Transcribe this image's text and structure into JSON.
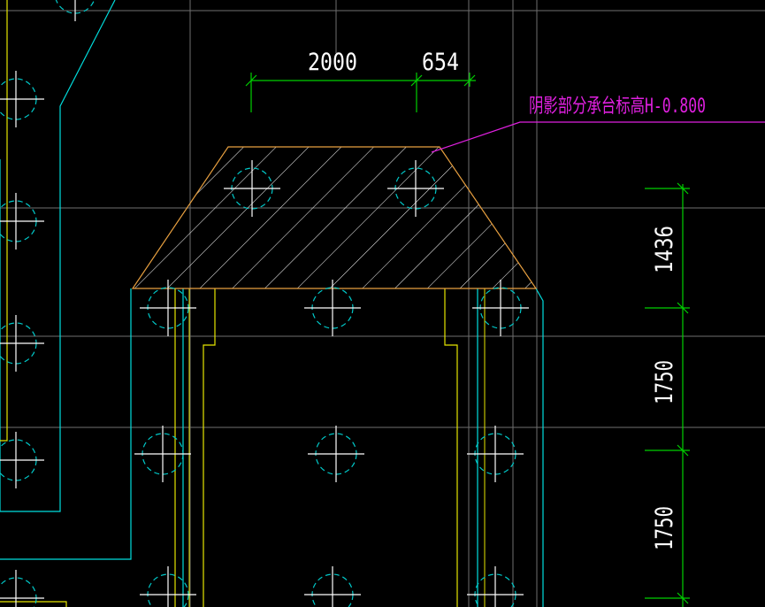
{
  "drawing": {
    "colors": {
      "background": "#000000",
      "grid": "#6f6f6f",
      "outline_cyan": "#00dede",
      "outline_yellow": "#e6e600",
      "hatch": "#ffffff",
      "trapezoid_edge": "#e8a040",
      "pile_circle": "#00c8c8",
      "pile_cross": "#ffffff",
      "dimension": "#00d000",
      "dimension_text": "#ffffff",
      "annotation": "#e020e0"
    },
    "dimensions": {
      "top_left": "2000",
      "top_right": "654",
      "right_upper": "1436",
      "right_middle": "1750",
      "right_lower": "1750"
    },
    "annotation": {
      "text": "阴影部分承台标高H-0.800"
    }
  }
}
